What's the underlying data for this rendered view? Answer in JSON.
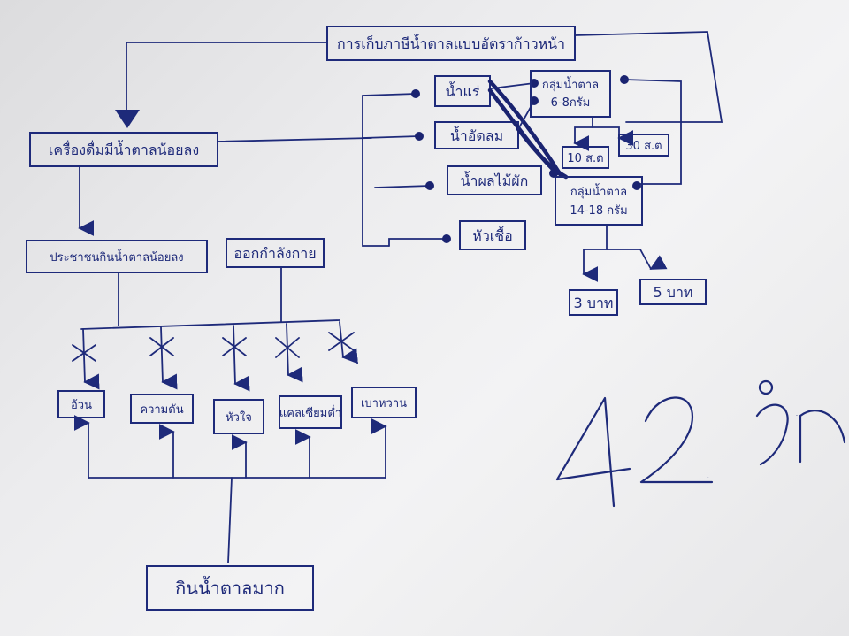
{
  "diagram": {
    "top_title": "การเก็บภาษีน้ำตาลแบบอัตราก้าวหน้า",
    "left_main": "เครื่องดื่มมีน้ำตาลน้อยลง",
    "people_box": "ประชาชนกินน้ำตาลน้อยลง",
    "exercise_box": "ออกกำลังกาย",
    "drinks": [
      "น้ำแร่",
      "น้ำอัดลม",
      "น้ำผลไม้ผัก",
      "หัวเชื้อ"
    ],
    "group_a": {
      "line1": "กลุ่มน้ำตาล",
      "line2": "6-8กรัม"
    },
    "group_a_taxes": [
      "10 ส.ต",
      "30 ส.ต"
    ],
    "group_b": {
      "line1": "กลุ่มน้ำตาล",
      "line2": "14-18 กรัม"
    },
    "group_b_taxes": [
      "3 บาท",
      "5 บาท"
    ],
    "diseases": [
      "อ้วน",
      "ความดัน",
      "หัวใจ",
      "แคลเซียมต่ำ",
      "เบาหวาน"
    ],
    "bottom_box": "กินน้ำตาลมาก",
    "big_number": "42",
    "big_text_partial": "คำต"
  }
}
